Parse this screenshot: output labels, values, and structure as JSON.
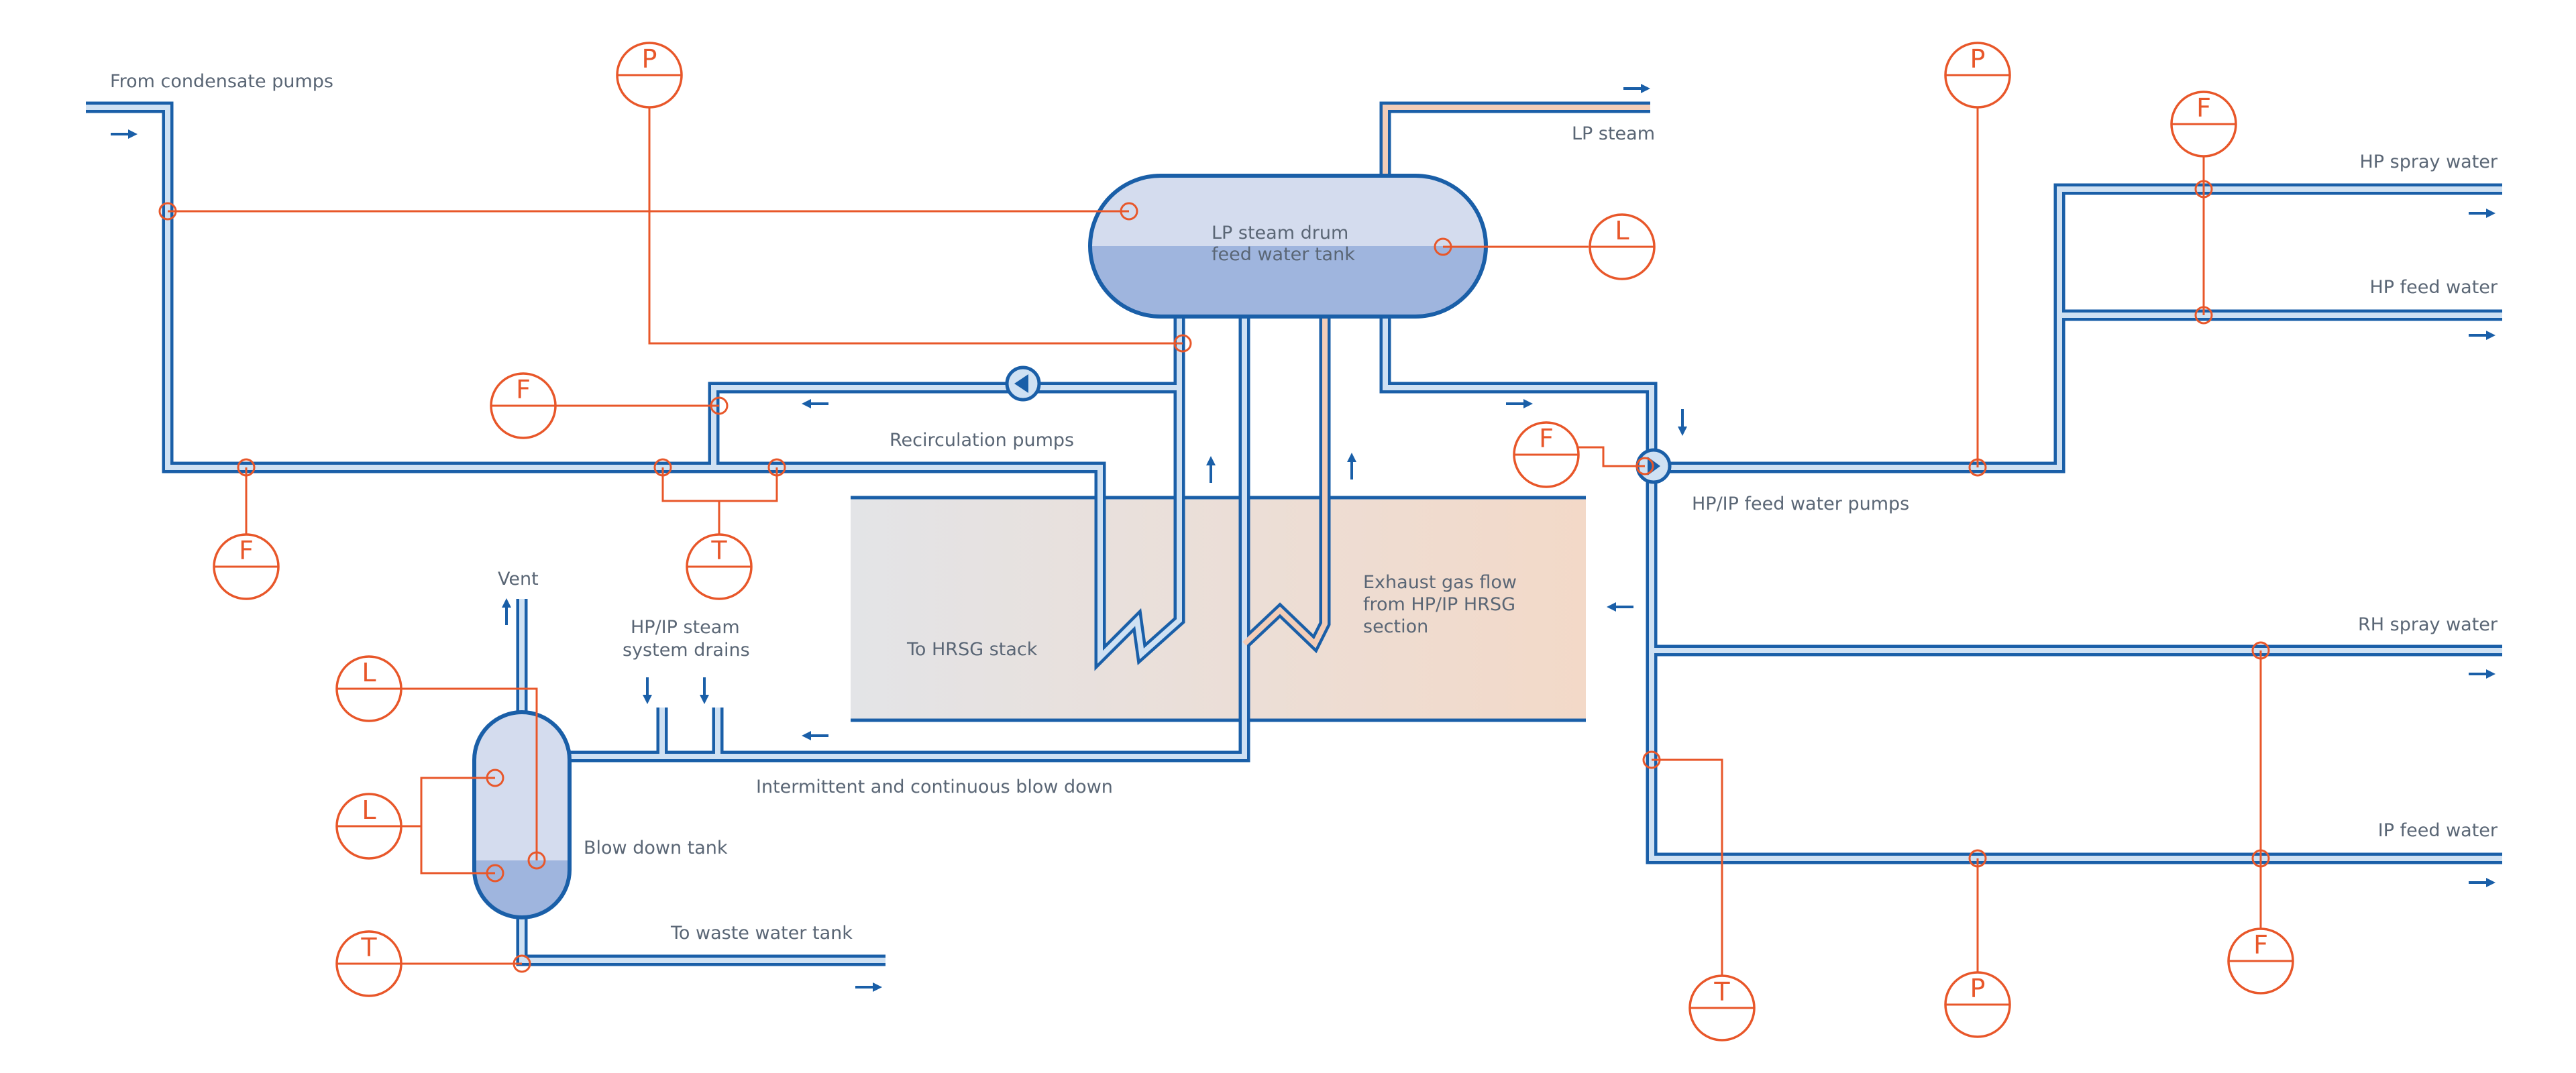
{
  "colors": {
    "pipe": "#1a5fa8",
    "pipe_fill": "#cfe1f3",
    "instrument": "#e8572a",
    "vessel_vapor": "#d4dcee",
    "vessel_liquid": "#9fb5de",
    "text": "#5a6675"
  },
  "labels": {
    "from_condensate": "From condensate pumps",
    "lp_steam": "LP steam",
    "lp_drum_line1": "LP steam drum",
    "lp_drum_line2": "feed water tank",
    "recirc_pumps": "Recirculation pumps",
    "hpip_pumps": "HP/IP feed water pumps",
    "hp_spray": "HP spray water",
    "hp_feed": "HP feed water",
    "rh_spray": "RH spray water",
    "ip_feed": "IP feed water",
    "vent": "Vent",
    "drains_line1": "HP/IP steam",
    "drains_line2": "system drains",
    "to_stack": "To HRSG stack",
    "exhaust_line1": "Exhaust gas flow",
    "exhaust_line2": "from HP/IP HRSG",
    "exhaust_line3": "section",
    "blowdown": "Intermittent and continuous blow down",
    "blowdown_tank": "Blow down tank",
    "to_waste": "To waste water tank"
  },
  "instruments": {
    "p_top_left": "P",
    "p_top_right": "P",
    "f_top_right": "F",
    "l_drum": "L",
    "f_recirc": "F",
    "f_pumps": "F",
    "f_left": "F",
    "t_recirc": "T",
    "l_tank_upper": "L",
    "l_tank_lower": "L",
    "t_tank": "T",
    "t_bottom": "T",
    "p_bottom": "P",
    "f_bottom": "F"
  }
}
